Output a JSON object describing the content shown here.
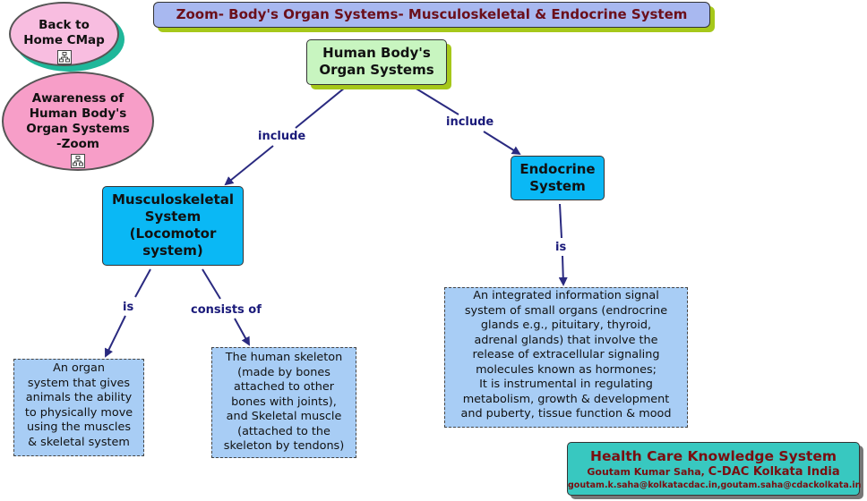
{
  "title": "Zoom- Body's Organ Systems- Musculoskeletal & Endocrine System",
  "back_home": {
    "line1": "Back to",
    "line2": "Home CMap"
  },
  "awareness": {
    "line1": "Awareness of",
    "line2": "Human Body's",
    "line3": "Organ Systems",
    "line4": "-Zoom"
  },
  "concepts": {
    "root": {
      "line1": "Human Body's",
      "line2": "Organ Systems"
    },
    "musculoskeletal": {
      "line1": "Musculoskeletal",
      "line2": "System",
      "line3": "(Locomotor",
      "line4": "system)"
    },
    "endocrine": {
      "line1": "Endocrine",
      "line2": "System"
    }
  },
  "links": {
    "include_left": "include",
    "include_right": "include",
    "is_left": "is",
    "consists_of": "consists of",
    "is_right": "is"
  },
  "descriptions": {
    "organ_system": [
      "An organ",
      "system that gives",
      "animals the ability",
      "to physically move",
      "using the muscles",
      "& skeletal system"
    ],
    "skeleton": [
      "The human skeleton",
      "(made by bones",
      "attached to other",
      "bones with joints),",
      "and Skeletal muscle",
      "(attached to the",
      "skeleton by tendons)"
    ],
    "endocrine": [
      "An integrated information signal",
      "system of small organs (endrocrine",
      "glands e.g., pituitary, thyroid,",
      "adrenal glands) that involve the",
      "release of  extracellular signaling",
      "molecules known as hormones;",
      "It is instrumental in regulating",
      "metabolism, growth & development",
      "and puberty, tissue function & mood"
    ]
  },
  "footer": {
    "title": "Health Care Knowledge System",
    "author": "Goutam Kumar Saha,",
    "org": "C-DAC Kolkata India",
    "email": "goutam.k.saha@kolkatacdac.in,goutam.saha@cdackolkata.in"
  },
  "colors": {
    "arrow": "#2a2a80",
    "concept_blue": "#0ab8f5",
    "description_blue": "#a8cdf5"
  }
}
